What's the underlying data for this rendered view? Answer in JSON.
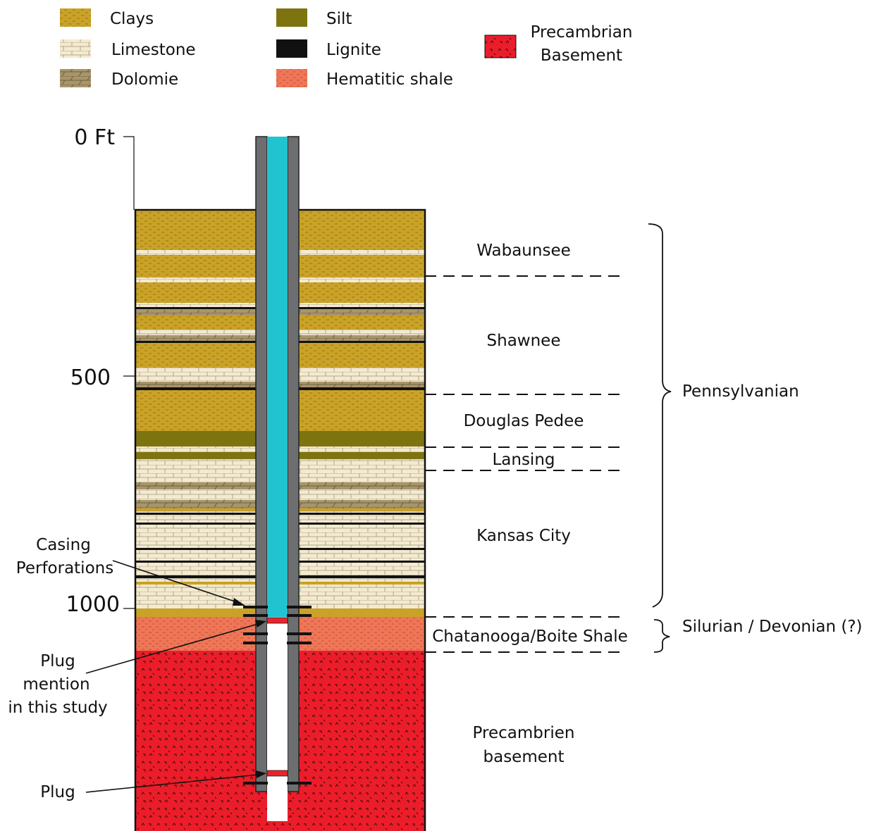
{
  "legend": {
    "clays": "Clays",
    "limestone": "Limestone",
    "dolomie": "Dolomie",
    "silt": "Silt",
    "lignite": "Lignite",
    "hematitic_shale": "Hematitic shale",
    "precambrian_basement": [
      "Precambrian",
      "Basement"
    ]
  },
  "depth_axis": {
    "ticks": [
      "0 Ft",
      "500",
      "1000"
    ]
  },
  "formations": {
    "wabaunsee": "Wabaunsee",
    "shawnee": "Shawnee",
    "douglas_pedee": "Douglas Pedee",
    "lansing": "Lansing",
    "kansas_city": "Kansas City",
    "chatanooga": "Chatanooga/Boite Shale",
    "precambrien_basement": [
      "Precambrien",
      "basement"
    ]
  },
  "systems": {
    "pennsylvanian": "Pennsylvanian",
    "silurian_devonian": "Silurian / Devonian (?)"
  },
  "annotations": {
    "casing_perforations": [
      "Casing",
      "Perforations"
    ],
    "plug_mention": [
      "Plug",
      "mention",
      "in this study"
    ],
    "plug": "Plug"
  },
  "colors": {
    "clays": "#c9a227",
    "limestone": "#f3ead0",
    "dolomie": "#a8956a",
    "silt": "#7d7410",
    "lignite": "#111111",
    "hematitic_shale": "#ef7657",
    "basement": "#ec1d2a",
    "casing": "#6d6e70",
    "fluid": "#22c3d0",
    "plug": "#e8242c"
  }
}
